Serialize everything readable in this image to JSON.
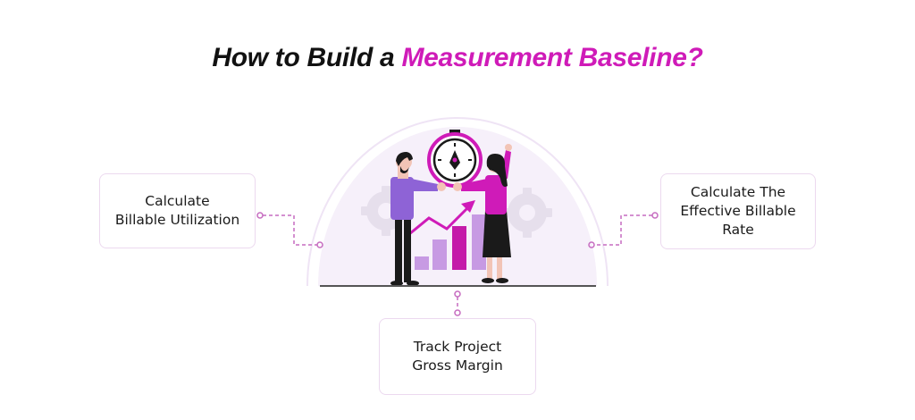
{
  "title": {
    "plain": "How to Build a ",
    "accent": "Measurement Baseline?"
  },
  "steps": [
    {
      "id": "left",
      "label": "Calculate\nBillable Utilization"
    },
    {
      "id": "right",
      "label": "Calculate The\nEffective Billable\nRate"
    },
    {
      "id": "bottom",
      "label": "Track Project\nGross Margin"
    }
  ],
  "colors": {
    "accent": "#cf1bb8",
    "box_border": "#ecd9ef",
    "connector": "#c66cc0",
    "halo": "#f4eef8",
    "purple_shirt": "#8e63d6"
  },
  "icons": [
    "stopwatch-icon",
    "gear-icon",
    "trend-arrow-icon",
    "bar-chart-icon"
  ]
}
